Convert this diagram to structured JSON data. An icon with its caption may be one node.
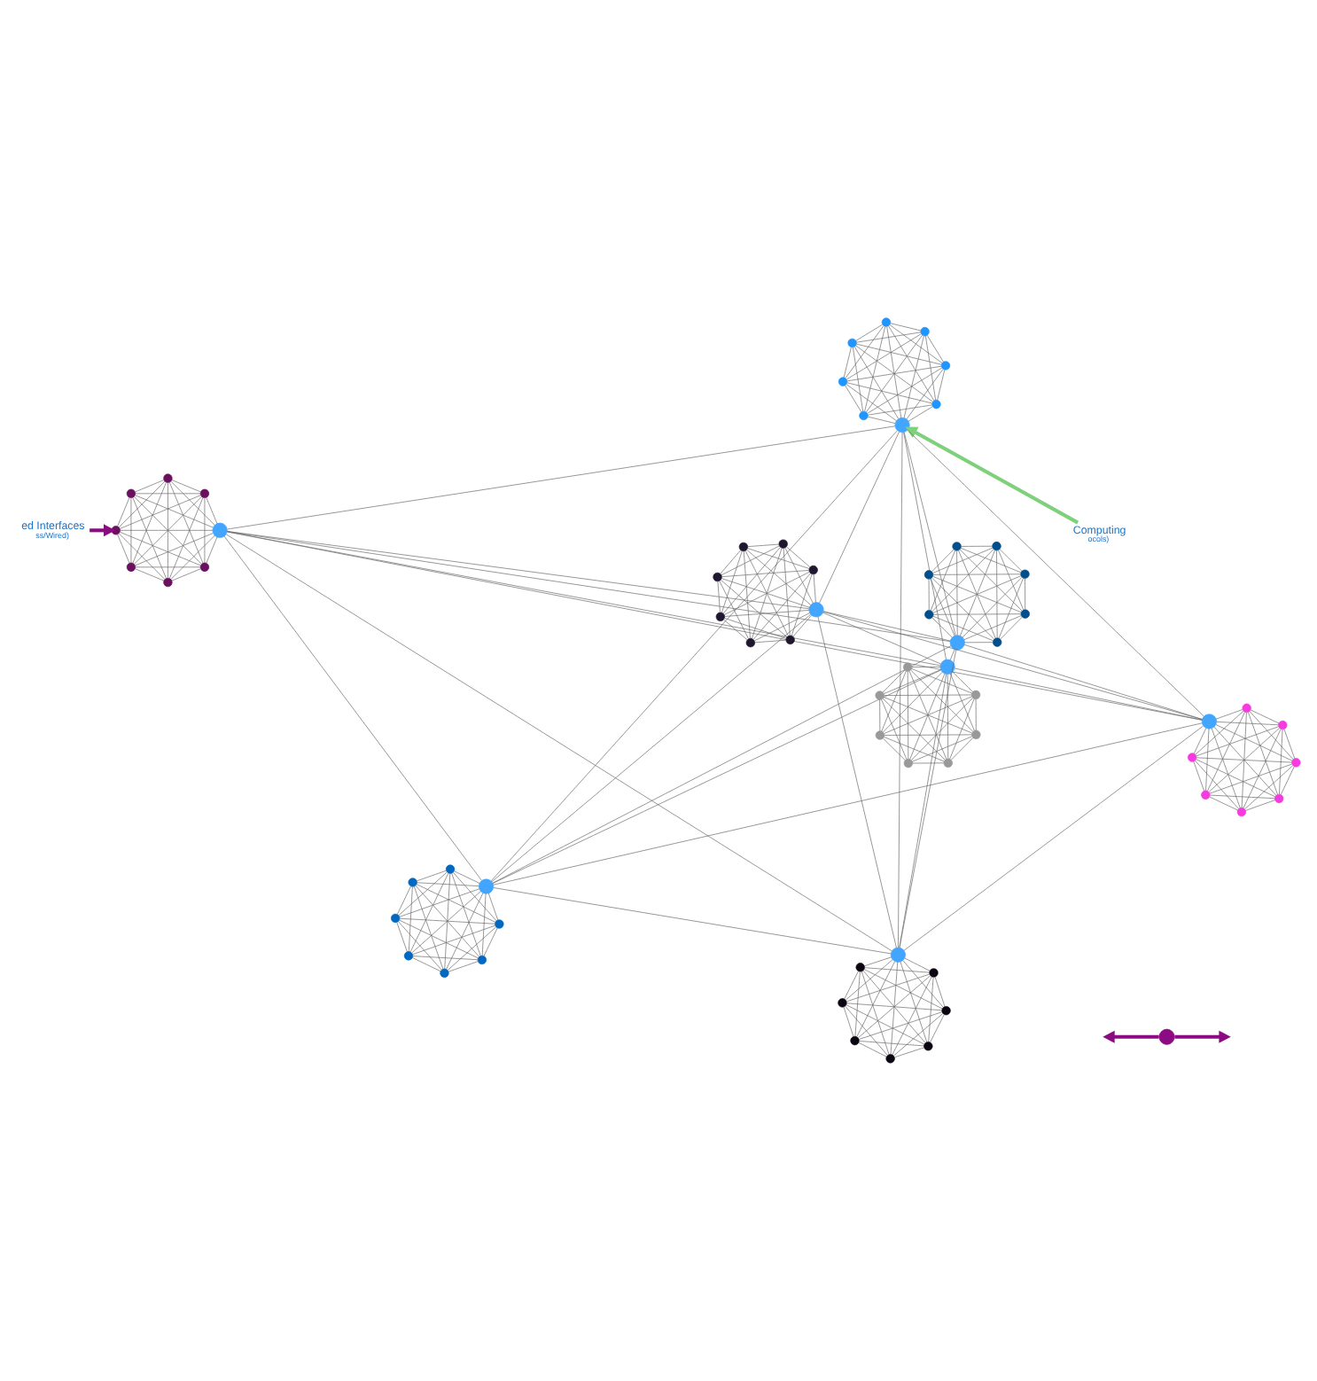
{
  "diagram": {
    "nodes": [
      {
        "text": [
          "ed Interfaces",
          "ss/Wired)"
        ]
      },
      {
        "text": [
          "Computing",
          "ocols)"
        ]
      },
      {
        "text": [],
        "shape": "circle"
      },
      {
        "text": [],
        "shape": "circle"
      },
      {
        "text": [],
        "shape": "circle"
      },
      {
        "text": [],
        "shape": "circle"
      },
      {
        "text": [],
        "shape": "circle"
      },
      {
        "text": [],
        "shape": "circle"
      },
      {
        "text": [],
        "shape": "circle"
      },
      {
        "text": [],
        "shape": "circle"
      },
      {
        "text": [],
        "shape": "circle"
      },
      {
        "text": [],
        "shape": "circle"
      },
      {
        "text": [],
        "shape": "circle"
      },
      {
        "text": [],
        "shape": "circle"
      },
      {
        "text": [],
        "shape": "circle"
      },
      {
        "text": [],
        "shape": "circle"
      },
      {
        "text": [],
        "shape": "circle"
      },
      {
        "text": [],
        "shape": "circle"
      },
      {
        "text": [],
        "shape": "circle"
      },
      {
        "text": [],
        "shape": "circle"
      },
      {
        "text": [],
        "shape": "circle"
      },
      {
        "text": [],
        "shape": "circle"
      },
      {
        "text": [],
        "shape": "circle"
      },
      {
        "text": [],
        "shape": "circle"
      },
      {
        "text": [],
        "shape": "circle"
      },
      {
        "text": [],
        "shape": "circle"
      },
      {
        "text": [],
        "shape": "circle"
      },
      {
        "text": [],
        "shape": "circle"
      },
      {
        "text": [],
        "shape": "circle"
      },
      {
        "text": [],
        "shape": "circle"
      },
      {
        "text": [],
        "shape": "circle"
      },
      {
        "text": [],
        "shape": "circle"
      },
      {
        "text": [],
        "shape": "circle"
      },
      {
        "text": [],
        "shape": "circle"
      },
      {
        "text": [],
        "shape": "circle"
      },
      {
        "text": [],
        "shape": "circle"
      },
      {
        "text": [],
        "shape": "circle"
      },
      {
        "text": [],
        "shape": "circle"
      },
      {
        "text": [],
        "shape": "circle"
      },
      {
        "text": [],
        "shape": "circle"
      },
      {
        "text": [],
        "shape": "circle"
      },
      {
        "text": [],
        "shape": "circle"
      },
      {
        "text": [],
        "shape": "circle"
      },
      {
        "text": [],
        "shape": "circle"
      },
      {
        "text": [],
        "shape": "circle"
      },
      {
        "text": [],
        "shape": "circle"
      },
      {
        "text": [],
        "shape": "circle"
      },
      {
        "text": [],
        "shape": "circle"
      },
      {
        "text": [],
        "shape": "circle"
      },
      {
        "text": [],
        "shape": "circle"
      },
      {
        "text": [],
        "shape": "circle"
      },
      {
        "text": [],
        "shape": "circle"
      },
      {
        "text": [],
        "shape": "circle"
      },
      {
        "text": [],
        "shape": "circle"
      },
      {
        "text": [],
        "shape": "circle"
      },
      {
        "text": [],
        "shape": "circle"
      },
      {
        "text": [],
        "shape": "circle"
      },
      {
        "text": [],
        "shape": "circle"
      },
      {
        "text": [],
        "shape": "circle"
      },
      {
        "text": [],
        "shape": "circle"
      },
      {
        "text": [],
        "shape": "circle"
      },
      {
        "text": [],
        "shape": "circle"
      },
      {
        "text": [],
        "shape": "circle"
      },
      {
        "text": [],
        "shape": "circle"
      },
      {
        "text": [],
        "shape": "circle"
      },
      {
        "text": [],
        "shape": "circle"
      },
      {
        "text": [],
        "shape": "point"
      }
    ],
    "edges": [
      {
        "from": 2,
        "to": 3,
        "arrow": "none"
      },
      {
        "from": 2,
        "to": 4,
        "arrow": "none"
      },
      {
        "from": 2,
        "to": 5,
        "arrow": "none"
      },
      {
        "from": 2,
        "to": 6,
        "arrow": "none"
      },
      {
        "from": 2,
        "to": 7,
        "arrow": "none"
      },
      {
        "from": 2,
        "to": 8,
        "arrow": "none"
      },
      {
        "from": 2,
        "to": 9,
        "arrow": "none"
      },
      {
        "from": 3,
        "to": 4,
        "arrow": "none"
      },
      {
        "from": 3,
        "to": 5,
        "arrow": "none"
      },
      {
        "from": 3,
        "to": 6,
        "arrow": "none"
      },
      {
        "from": 3,
        "to": 7,
        "arrow": "none"
      },
      {
        "from": 3,
        "to": 8,
        "arrow": "none"
      },
      {
        "from": 3,
        "to": 9,
        "arrow": "none"
      },
      {
        "from": 4,
        "to": 5,
        "arrow": "none"
      },
      {
        "from": 4,
        "to": 6,
        "arrow": "none"
      },
      {
        "from": 4,
        "to": 7,
        "arrow": "none"
      },
      {
        "from": 4,
        "to": 8,
        "arrow": "none"
      },
      {
        "from": 4,
        "to": 9,
        "arrow": "none"
      },
      {
        "from": 5,
        "to": 6,
        "arrow": "none"
      },
      {
        "from": 5,
        "to": 7,
        "arrow": "none"
      },
      {
        "from": 5,
        "to": 8,
        "arrow": "none"
      },
      {
        "from": 5,
        "to": 9,
        "arrow": "none"
      },
      {
        "from": 6,
        "to": 7,
        "arrow": "none"
      },
      {
        "from": 6,
        "to": 8,
        "arrow": "none"
      },
      {
        "from": 6,
        "to": 9,
        "arrow": "none"
      },
      {
        "from": 7,
        "to": 8,
        "arrow": "none"
      },
      {
        "from": 7,
        "to": 9,
        "arrow": "none"
      },
      {
        "from": 8,
        "to": 9,
        "arrow": "none"
      },
      {
        "from": 2,
        "to": 10,
        "arrow": "none"
      },
      {
        "from": 2,
        "to": 11,
        "arrow": "none"
      },
      {
        "from": 2,
        "to": 12,
        "arrow": "none"
      },
      {
        "from": 2,
        "to": 13,
        "arrow": "none"
      },
      {
        "from": 2,
        "to": 14,
        "arrow": "none"
      },
      {
        "from": 2,
        "to": 15,
        "arrow": "none"
      },
      {
        "from": 2,
        "to": 16,
        "arrow": "none"
      },
      {
        "from": 10,
        "to": 11,
        "arrow": "none"
      },
      {
        "from": 10,
        "to": 12,
        "arrow": "none"
      },
      {
        "from": 10,
        "to": 13,
        "arrow": "none"
      },
      {
        "from": 10,
        "to": 14,
        "arrow": "none"
      },
      {
        "from": 10,
        "to": 15,
        "arrow": "none"
      },
      {
        "from": 10,
        "to": 16,
        "arrow": "none"
      },
      {
        "from": 11,
        "to": 12,
        "arrow": "none"
      },
      {
        "from": 11,
        "to": 13,
        "arrow": "none"
      },
      {
        "from": 11,
        "to": 14,
        "arrow": "none"
      },
      {
        "from": 11,
        "to": 15,
        "arrow": "none"
      },
      {
        "from": 11,
        "to": 16,
        "arrow": "none"
      },
      {
        "from": 12,
        "to": 13,
        "arrow": "none"
      },
      {
        "from": 12,
        "to": 14,
        "arrow": "none"
      },
      {
        "from": 12,
        "to": 15,
        "arrow": "none"
      },
      {
        "from": 12,
        "to": 16,
        "arrow": "none"
      },
      {
        "from": 13,
        "to": 14,
        "arrow": "none"
      },
      {
        "from": 13,
        "to": 15,
        "arrow": "none"
      },
      {
        "from": 13,
        "to": 16,
        "arrow": "none"
      },
      {
        "from": 14,
        "to": 15,
        "arrow": "none"
      },
      {
        "from": 14,
        "to": 16,
        "arrow": "none"
      },
      {
        "from": 15,
        "to": 16,
        "arrow": "none"
      },
      {
        "from": 3,
        "to": 17,
        "arrow": "none"
      },
      {
        "from": 3,
        "to": 18,
        "arrow": "none"
      },
      {
        "from": 3,
        "to": 19,
        "arrow": "none"
      },
      {
        "from": 3,
        "to": 20,
        "arrow": "none"
      },
      {
        "from": 3,
        "to": 21,
        "arrow": "none"
      },
      {
        "from": 3,
        "to": 22,
        "arrow": "none"
      },
      {
        "from": 3,
        "to": 23,
        "arrow": "none"
      },
      {
        "from": 17,
        "to": 18,
        "arrow": "none"
      },
      {
        "from": 17,
        "to": 19,
        "arrow": "none"
      },
      {
        "from": 17,
        "to": 20,
        "arrow": "none"
      },
      {
        "from": 17,
        "to": 21,
        "arrow": "none"
      },
      {
        "from": 17,
        "to": 22,
        "arrow": "none"
      },
      {
        "from": 17,
        "to": 23,
        "arrow": "none"
      },
      {
        "from": 18,
        "to": 19,
        "arrow": "none"
      },
      {
        "from": 18,
        "to": 20,
        "arrow": "none"
      },
      {
        "from": 18,
        "to": 21,
        "arrow": "none"
      },
      {
        "from": 18,
        "to": 22,
        "arrow": "none"
      },
      {
        "from": 18,
        "to": 23,
        "arrow": "none"
      },
      {
        "from": 19,
        "to": 20,
        "arrow": "none"
      },
      {
        "from": 19,
        "to": 21,
        "arrow": "none"
      },
      {
        "from": 19,
        "to": 22,
        "arrow": "none"
      },
      {
        "from": 19,
        "to": 23,
        "arrow": "none"
      },
      {
        "from": 20,
        "to": 21,
        "arrow": "none"
      },
      {
        "from": 20,
        "to": 22,
        "arrow": "none"
      },
      {
        "from": 20,
        "to": 23,
        "arrow": "none"
      },
      {
        "from": 21,
        "to": 22,
        "arrow": "none"
      },
      {
        "from": 21,
        "to": 23,
        "arrow": "none"
      },
      {
        "from": 22,
        "to": 23,
        "arrow": "none"
      },
      {
        "from": 4,
        "to": 24,
        "arrow": "none"
      },
      {
        "from": 4,
        "to": 25,
        "arrow": "none"
      },
      {
        "from": 4,
        "to": 26,
        "arrow": "none"
      },
      {
        "from": 4,
        "to": 27,
        "arrow": "none"
      },
      {
        "from": 4,
        "to": 28,
        "arrow": "none"
      },
      {
        "from": 4,
        "to": 29,
        "arrow": "none"
      },
      {
        "from": 4,
        "to": 30,
        "arrow": "none"
      },
      {
        "from": 24,
        "to": 25,
        "arrow": "none"
      },
      {
        "from": 24,
        "to": 26,
        "arrow": "none"
      },
      {
        "from": 24,
        "to": 27,
        "arrow": "none"
      },
      {
        "from": 24,
        "to": 28,
        "arrow": "none"
      },
      {
        "from": 24,
        "to": 29,
        "arrow": "none"
      },
      {
        "from": 24,
        "to": 30,
        "arrow": "none"
      },
      {
        "from": 25,
        "to": 26,
        "arrow": "none"
      },
      {
        "from": 25,
        "to": 27,
        "arrow": "none"
      },
      {
        "from": 25,
        "to": 28,
        "arrow": "none"
      },
      {
        "from": 25,
        "to": 29,
        "arrow": "none"
      },
      {
        "from": 25,
        "to": 30,
        "arrow": "none"
      },
      {
        "from": 26,
        "to": 27,
        "arrow": "none"
      },
      {
        "from": 26,
        "to": 28,
        "arrow": "none"
      },
      {
        "from": 26,
        "to": 29,
        "arrow": "none"
      },
      {
        "from": 26,
        "to": 30,
        "arrow": "none"
      },
      {
        "from": 27,
        "to": 28,
        "arrow": "none"
      },
      {
        "from": 27,
        "to": 29,
        "arrow": "none"
      },
      {
        "from": 27,
        "to": 30,
        "arrow": "none"
      },
      {
        "from": 28,
        "to": 29,
        "arrow": "none"
      },
      {
        "from": 28,
        "to": 30,
        "arrow": "none"
      },
      {
        "from": 29,
        "to": 30,
        "arrow": "none"
      },
      {
        "from": 5,
        "to": 31,
        "arrow": "none"
      },
      {
        "from": 5,
        "to": 32,
        "arrow": "none"
      },
      {
        "from": 5,
        "to": 33,
        "arrow": "none"
      },
      {
        "from": 5,
        "to": 34,
        "arrow": "none"
      },
      {
        "from": 5,
        "to": 35,
        "arrow": "none"
      },
      {
        "from": 5,
        "to": 36,
        "arrow": "none"
      },
      {
        "from": 5,
        "to": 37,
        "arrow": "none"
      },
      {
        "from": 31,
        "to": 32,
        "arrow": "none"
      },
      {
        "from": 31,
        "to": 33,
        "arrow": "none"
      },
      {
        "from": 31,
        "to": 34,
        "arrow": "none"
      },
      {
        "from": 31,
        "to": 35,
        "arrow": "none"
      },
      {
        "from": 31,
        "to": 36,
        "arrow": "none"
      },
      {
        "from": 31,
        "to": 37,
        "arrow": "none"
      },
      {
        "from": 32,
        "to": 33,
        "arrow": "none"
      },
      {
        "from": 32,
        "to": 34,
        "arrow": "none"
      },
      {
        "from": 32,
        "to": 35,
        "arrow": "none"
      },
      {
        "from": 32,
        "to": 36,
        "arrow": "none"
      },
      {
        "from": 32,
        "to": 37,
        "arrow": "none"
      },
      {
        "from": 33,
        "to": 34,
        "arrow": "none"
      },
      {
        "from": 33,
        "to": 35,
        "arrow": "none"
      },
      {
        "from": 33,
        "to": 36,
        "arrow": "none"
      },
      {
        "from": 33,
        "to": 37,
        "arrow": "none"
      },
      {
        "from": 34,
        "to": 35,
        "arrow": "none"
      },
      {
        "from": 34,
        "to": 36,
        "arrow": "none"
      },
      {
        "from": 34,
        "to": 37,
        "arrow": "none"
      },
      {
        "from": 35,
        "to": 36,
        "arrow": "none"
      },
      {
        "from": 35,
        "to": 37,
        "arrow": "none"
      },
      {
        "from": 36,
        "to": 37,
        "arrow": "none"
      },
      {
        "from": 6,
        "to": 38,
        "arrow": "none"
      },
      {
        "from": 6,
        "to": 39,
        "arrow": "none"
      },
      {
        "from": 6,
        "to": 40,
        "arrow": "none"
      },
      {
        "from": 6,
        "to": 41,
        "arrow": "none"
      },
      {
        "from": 6,
        "to": 42,
        "arrow": "none"
      },
      {
        "from": 6,
        "to": 43,
        "arrow": "none"
      },
      {
        "from": 6,
        "to": 44,
        "arrow": "none"
      },
      {
        "from": 38,
        "to": 39,
        "arrow": "none"
      },
      {
        "from": 38,
        "to": 40,
        "arrow": "none"
      },
      {
        "from": 38,
        "to": 41,
        "arrow": "none"
      },
      {
        "from": 38,
        "to": 42,
        "arrow": "none"
      },
      {
        "from": 38,
        "to": 43,
        "arrow": "none"
      },
      {
        "from": 38,
        "to": 44,
        "arrow": "none"
      },
      {
        "from": 39,
        "to": 40,
        "arrow": "none"
      },
      {
        "from": 39,
        "to": 41,
        "arrow": "none"
      },
      {
        "from": 39,
        "to": 42,
        "arrow": "none"
      },
      {
        "from": 39,
        "to": 43,
        "arrow": "none"
      },
      {
        "from": 39,
        "to": 44,
        "arrow": "none"
      },
      {
        "from": 40,
        "to": 41,
        "arrow": "none"
      },
      {
        "from": 40,
        "to": 42,
        "arrow": "none"
      },
      {
        "from": 40,
        "to": 43,
        "arrow": "none"
      },
      {
        "from": 40,
        "to": 44,
        "arrow": "none"
      },
      {
        "from": 41,
        "to": 42,
        "arrow": "none"
      },
      {
        "from": 41,
        "to": 43,
        "arrow": "none"
      },
      {
        "from": 41,
        "to": 44,
        "arrow": "none"
      },
      {
        "from": 42,
        "to": 43,
        "arrow": "none"
      },
      {
        "from": 42,
        "to": 44,
        "arrow": "none"
      },
      {
        "from": 43,
        "to": 44,
        "arrow": "none"
      },
      {
        "from": 7,
        "to": 45,
        "arrow": "none"
      },
      {
        "from": 7,
        "to": 46,
        "arrow": "none"
      },
      {
        "from": 7,
        "to": 47,
        "arrow": "none"
      },
      {
        "from": 7,
        "to": 48,
        "arrow": "none"
      },
      {
        "from": 7,
        "to": 49,
        "arrow": "none"
      },
      {
        "from": 7,
        "to": 50,
        "arrow": "none"
      },
      {
        "from": 7,
        "to": 51,
        "arrow": "none"
      },
      {
        "from": 45,
        "to": 46,
        "arrow": "none"
      },
      {
        "from": 45,
        "to": 47,
        "arrow": "none"
      },
      {
        "from": 45,
        "to": 48,
        "arrow": "none"
      },
      {
        "from": 45,
        "to": 49,
        "arrow": "none"
      },
      {
        "from": 45,
        "to": 50,
        "arrow": "none"
      },
      {
        "from": 45,
        "to": 51,
        "arrow": "none"
      },
      {
        "from": 46,
        "to": 47,
        "arrow": "none"
      },
      {
        "from": 46,
        "to": 48,
        "arrow": "none"
      },
      {
        "from": 46,
        "to": 49,
        "arrow": "none"
      },
      {
        "from": 46,
        "to": 50,
        "arrow": "none"
      },
      {
        "from": 46,
        "to": 51,
        "arrow": "none"
      },
      {
        "from": 47,
        "to": 48,
        "arrow": "none"
      },
      {
        "from": 47,
        "to": 49,
        "arrow": "none"
      },
      {
        "from": 47,
        "to": 50,
        "arrow": "none"
      },
      {
        "from": 47,
        "to": 51,
        "arrow": "none"
      },
      {
        "from": 48,
        "to": 49,
        "arrow": "none"
      },
      {
        "from": 48,
        "to": 50,
        "arrow": "none"
      },
      {
        "from": 48,
        "to": 51,
        "arrow": "none"
      },
      {
        "from": 49,
        "to": 50,
        "arrow": "none"
      },
      {
        "from": 49,
        "to": 51,
        "arrow": "none"
      },
      {
        "from": 50,
        "to": 51,
        "arrow": "none"
      },
      {
        "from": 8,
        "to": 52,
        "arrow": "none"
      },
      {
        "from": 8,
        "to": 53,
        "arrow": "none"
      },
      {
        "from": 8,
        "to": 54,
        "arrow": "none"
      },
      {
        "from": 8,
        "to": 55,
        "arrow": "none"
      },
      {
        "from": 8,
        "to": 56,
        "arrow": "none"
      },
      {
        "from": 8,
        "to": 57,
        "arrow": "none"
      },
      {
        "from": 8,
        "to": 58,
        "arrow": "none"
      },
      {
        "from": 52,
        "to": 53,
        "arrow": "none"
      },
      {
        "from": 52,
        "to": 54,
        "arrow": "none"
      },
      {
        "from": 52,
        "to": 55,
        "arrow": "none"
      },
      {
        "from": 52,
        "to": 56,
        "arrow": "none"
      },
      {
        "from": 52,
        "to": 57,
        "arrow": "none"
      },
      {
        "from": 52,
        "to": 58,
        "arrow": "none"
      },
      {
        "from": 53,
        "to": 54,
        "arrow": "none"
      },
      {
        "from": 53,
        "to": 55,
        "arrow": "none"
      },
      {
        "from": 53,
        "to": 56,
        "arrow": "none"
      },
      {
        "from": 53,
        "to": 57,
        "arrow": "none"
      },
      {
        "from": 53,
        "to": 58,
        "arrow": "none"
      },
      {
        "from": 54,
        "to": 55,
        "arrow": "none"
      },
      {
        "from": 54,
        "to": 56,
        "arrow": "none"
      },
      {
        "from": 54,
        "to": 57,
        "arrow": "none"
      },
      {
        "from": 54,
        "to": 58,
        "arrow": "none"
      },
      {
        "from": 55,
        "to": 56,
        "arrow": "none"
      },
      {
        "from": 55,
        "to": 57,
        "arrow": "none"
      },
      {
        "from": 55,
        "to": 58,
        "arrow": "none"
      },
      {
        "from": 56,
        "to": 57,
        "arrow": "none"
      },
      {
        "from": 56,
        "to": 58,
        "arrow": "none"
      },
      {
        "from": 57,
        "to": 58,
        "arrow": "none"
      },
      {
        "from": 9,
        "to": 59,
        "arrow": "none"
      },
      {
        "from": 9,
        "to": 60,
        "arrow": "none"
      },
      {
        "from": 9,
        "to": 61,
        "arrow": "none"
      },
      {
        "from": 9,
        "to": 62,
        "arrow": "none"
      },
      {
        "from": 9,
        "to": 63,
        "arrow": "none"
      },
      {
        "from": 9,
        "to": 64,
        "arrow": "none"
      },
      {
        "from": 9,
        "to": 65,
        "arrow": "none"
      },
      {
        "from": 59,
        "to": 60,
        "arrow": "none"
      },
      {
        "from": 59,
        "to": 61,
        "arrow": "none"
      },
      {
        "from": 59,
        "to": 62,
        "arrow": "none"
      },
      {
        "from": 59,
        "to": 63,
        "arrow": "none"
      },
      {
        "from": 59,
        "to": 64,
        "arrow": "none"
      },
      {
        "from": 59,
        "to": 65,
        "arrow": "none"
      },
      {
        "from": 60,
        "to": 61,
        "arrow": "none"
      },
      {
        "from": 60,
        "to": 62,
        "arrow": "none"
      },
      {
        "from": 60,
        "to": 63,
        "arrow": "none"
      },
      {
        "from": 60,
        "to": 64,
        "arrow": "none"
      },
      {
        "from": 60,
        "to": 65,
        "arrow": "none"
      },
      {
        "from": 61,
        "to": 62,
        "arrow": "none"
      },
      {
        "from": 61,
        "to": 63,
        "arrow": "none"
      },
      {
        "from": 61,
        "to": 64,
        "arrow": "none"
      },
      {
        "from": 61,
        "to": 65,
        "arrow": "none"
      },
      {
        "from": 62,
        "to": 63,
        "arrow": "none"
      },
      {
        "from": 62,
        "to": 64,
        "arrow": "none"
      },
      {
        "from": 62,
        "to": 65,
        "arrow": "none"
      },
      {
        "from": 63,
        "to": 64,
        "arrow": "none"
      },
      {
        "from": 63,
        "to": 65,
        "arrow": "none"
      },
      {
        "from": 64,
        "to": 65,
        "arrow": "none"
      },
      {
        "from": 0,
        "to": 13,
        "arrow": "to",
        "style": "thick",
        "color": "#8c0a82"
      },
      {
        "from": 1,
        "to": 6,
        "arrow": "to",
        "style": "thick",
        "color": "#7fd07a"
      },
      {
        "from": 66,
        "to": null,
        "arrow": "to",
        "style": "thick",
        "color": "#8c0a82"
      },
      {
        "from": 66,
        "to": null,
        "arrow": "to",
        "style": "thick",
        "color": "#8c0a82"
      }
    ]
  }
}
